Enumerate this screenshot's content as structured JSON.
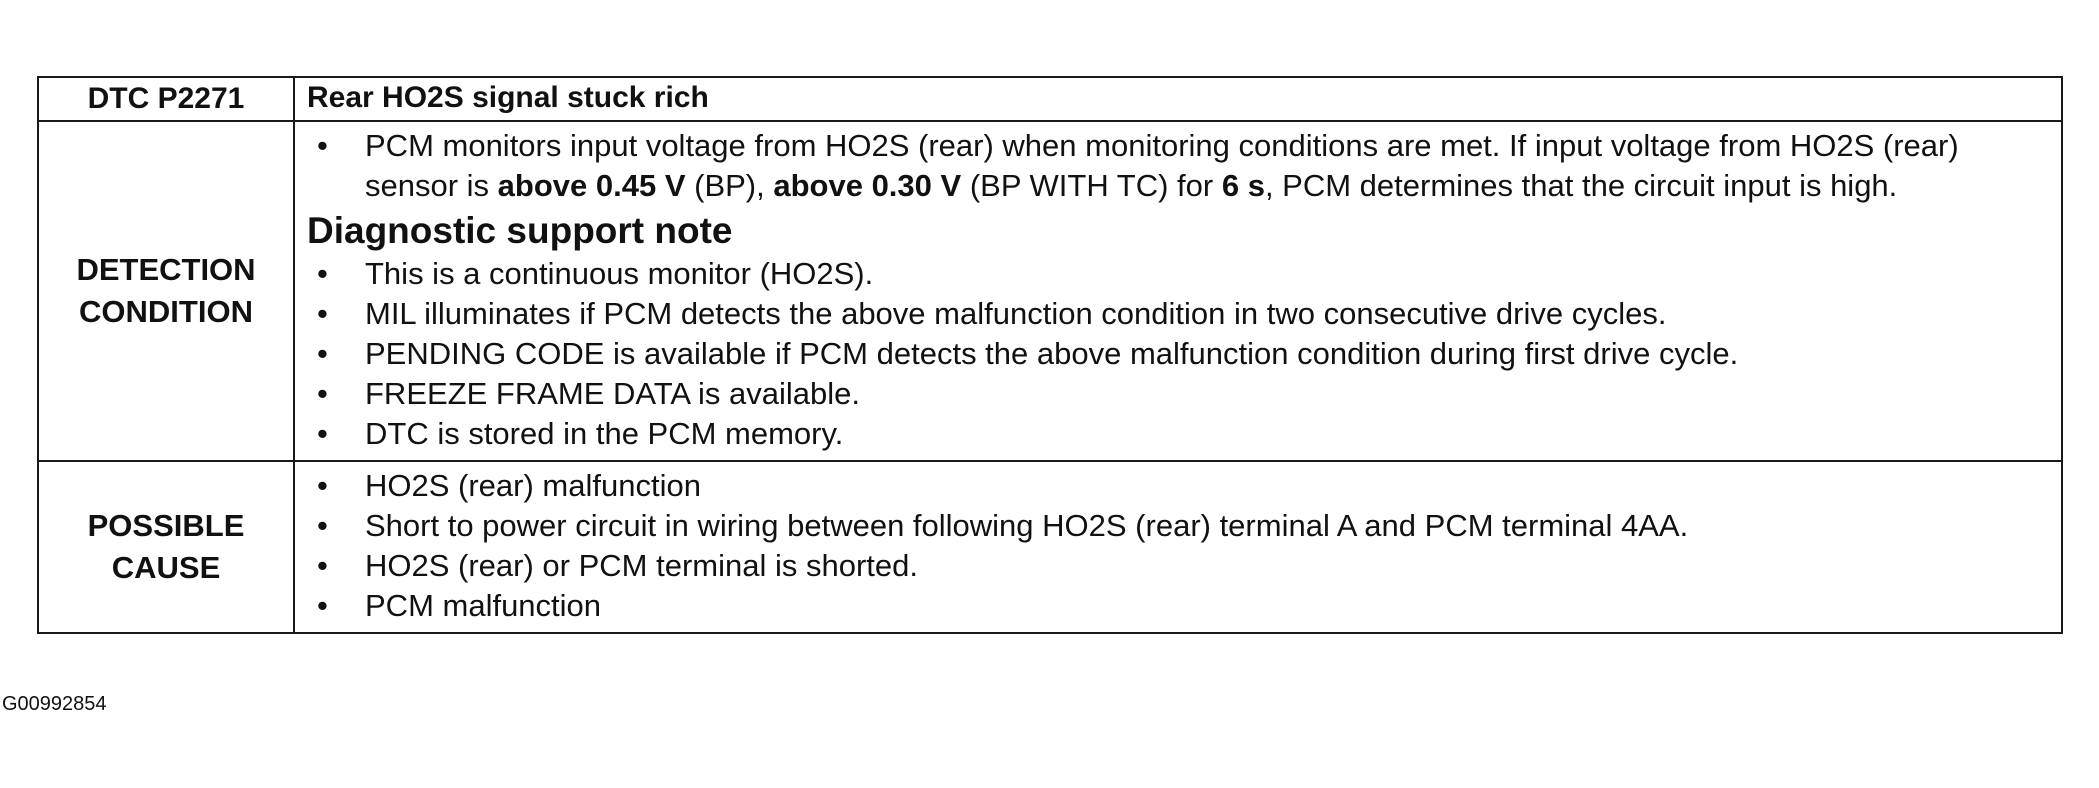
{
  "header": {
    "dtc_code": "DTC P2271",
    "description": "Rear HO2S signal stuck rich"
  },
  "detection": {
    "label_line1": "DETECTION",
    "label_line2": "CONDITION",
    "intro": {
      "t1": "PCM monitors input voltage from HO2S (rear) when monitoring conditions are met. If input voltage from HO2S (rear) sensor is ",
      "b1": "above 0.45 V",
      "t2": " (BP), ",
      "b2": "above 0.30 V",
      "t3": " (BP WITH TC) for ",
      "b3": "6 s",
      "t4": ", PCM determines that the circuit input is high."
    },
    "subheading": "Diagnostic support note",
    "notes": [
      "This is a continuous monitor (HO2S).",
      "MIL illuminates if PCM detects the above malfunction condition in two consecutive drive cycles.",
      "PENDING CODE is available if PCM detects the above malfunction condition during first drive cycle.",
      "FREEZE FRAME DATA is available.",
      "DTC is stored in the PCM memory."
    ]
  },
  "possible_cause": {
    "label_line1": "POSSIBLE",
    "label_line2": "CAUSE",
    "items": [
      "HO2S (rear) malfunction",
      "Short to power circuit in wiring between following HO2S (rear) terminal A and PCM terminal 4AA.",
      "HO2S (rear) or PCM terminal is shorted.",
      "PCM malfunction"
    ]
  },
  "figure_id": "G00992854"
}
